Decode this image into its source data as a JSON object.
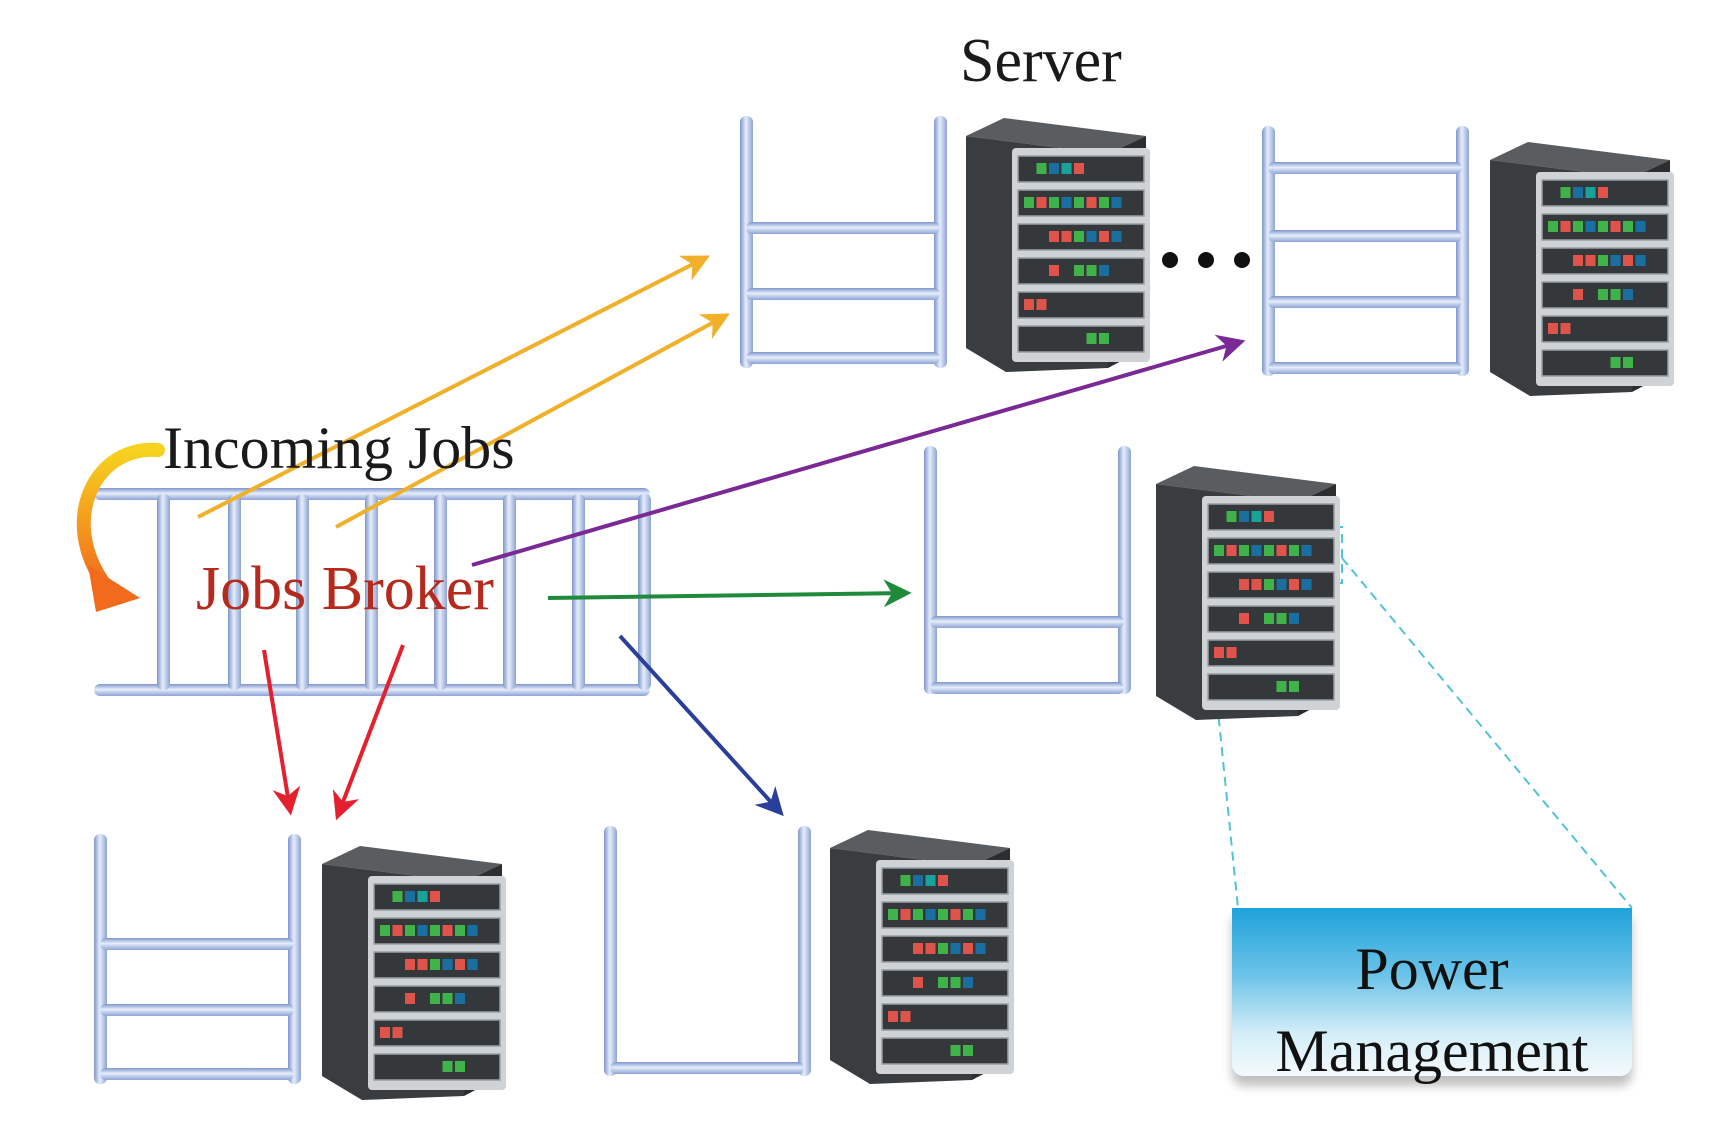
{
  "labels": {
    "server": "Server",
    "incoming_jobs": "Incoming Jobs",
    "jobs_broker": "Jobs Broker",
    "power_management": "Power Management"
  },
  "colors": {
    "queue_bar": "#a9bde6",
    "server_body": "#3a3d3f",
    "arrow_orange": "#f0b02a",
    "arrow_purple": "#7a2a94",
    "arrow_green": "#1f8a3a",
    "arrow_red": "#e5202e",
    "arrow_blue": "#2a3f9a",
    "dashed_zoom": "#4fc3d9",
    "broker_text": "#b52a1c",
    "power_box": "#1ea3da"
  },
  "icons": [
    "server-rack-icon",
    "job-queue-icon",
    "curved-arrow-icon",
    "ellipsis-icon"
  ]
}
